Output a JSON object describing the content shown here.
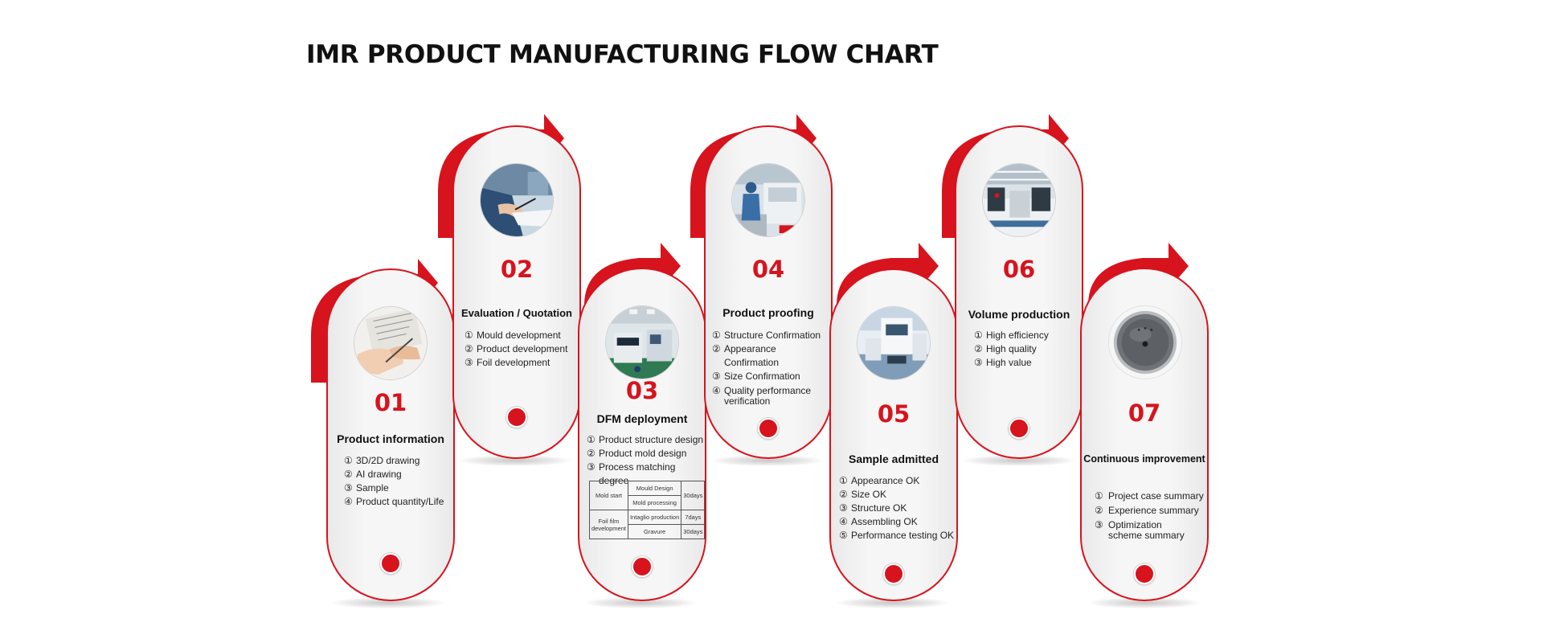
{
  "title": "IMR PRODUCT MANUFACTURING FLOW CHART",
  "colors": {
    "accent": "#d7131d",
    "pill_fill": "#f4f4f4",
    "text": "#222222"
  },
  "steps": [
    {
      "number": "01",
      "title": "Product information",
      "items": [
        {
          "marker": "①",
          "text": "3D/2D drawing"
        },
        {
          "marker": "②",
          "text": "AI drawing"
        },
        {
          "marker": "③",
          "text": "Sample"
        },
        {
          "marker": "④",
          "text": "Product quantity/Life"
        }
      ]
    },
    {
      "number": "02",
      "title": "Evaluation / Quotation",
      "items": [
        {
          "marker": "①",
          "text": "Mould development"
        },
        {
          "marker": "②",
          "text": "Product development"
        },
        {
          "marker": "③",
          "text": "Foil development"
        }
      ]
    },
    {
      "number": "03",
      "title": "DFM deployment",
      "items": [
        {
          "marker": "①",
          "text": "Product structure design"
        },
        {
          "marker": "②",
          "text": "Product mold design"
        },
        {
          "marker": "③",
          "text": "Process matching degree"
        }
      ]
    },
    {
      "number": "04",
      "title": "Product proofing",
      "items": [
        {
          "marker": "①",
          "text": "Structure Confirmation"
        },
        {
          "marker": "②",
          "text": "Appearance Confirmation"
        },
        {
          "marker": "③",
          "text": "Size Confirmation"
        },
        {
          "marker": "④",
          "text": "Quality performance verification"
        }
      ]
    },
    {
      "number": "05",
      "title": "Sample admitted",
      "items": [
        {
          "marker": "①",
          "text": "Appearance OK"
        },
        {
          "marker": "②",
          "text": "Size OK"
        },
        {
          "marker": "③",
          "text": "Structure OK"
        },
        {
          "marker": "④",
          "text": "Assembling OK"
        },
        {
          "marker": "⑤",
          "text": "Performance testing OK"
        }
      ]
    },
    {
      "number": "06",
      "title": "Volume production",
      "items": [
        {
          "marker": "①",
          "text": "High efficiency"
        },
        {
          "marker": "②",
          "text": "High quality"
        },
        {
          "marker": "③",
          "text": "High value"
        }
      ]
    },
    {
      "number": "07",
      "title": "Continuous improvement",
      "items": [
        {
          "marker": "①",
          "text": "Project case summary"
        },
        {
          "marker": "②",
          "text": "Experience summary"
        },
        {
          "marker": "③",
          "text": "Optimization scheme summary"
        }
      ]
    }
  ],
  "schedule": {
    "mold_start": "Mold start",
    "mould_design": "Mould Design",
    "mould_design_days": "30days",
    "mold_processing": "Mold processing",
    "foil_film": "Foil film development",
    "intaglio": "Intaglio production",
    "intaglio_days": "7days",
    "gravure": "Gravure",
    "gravure_days": "30days"
  }
}
